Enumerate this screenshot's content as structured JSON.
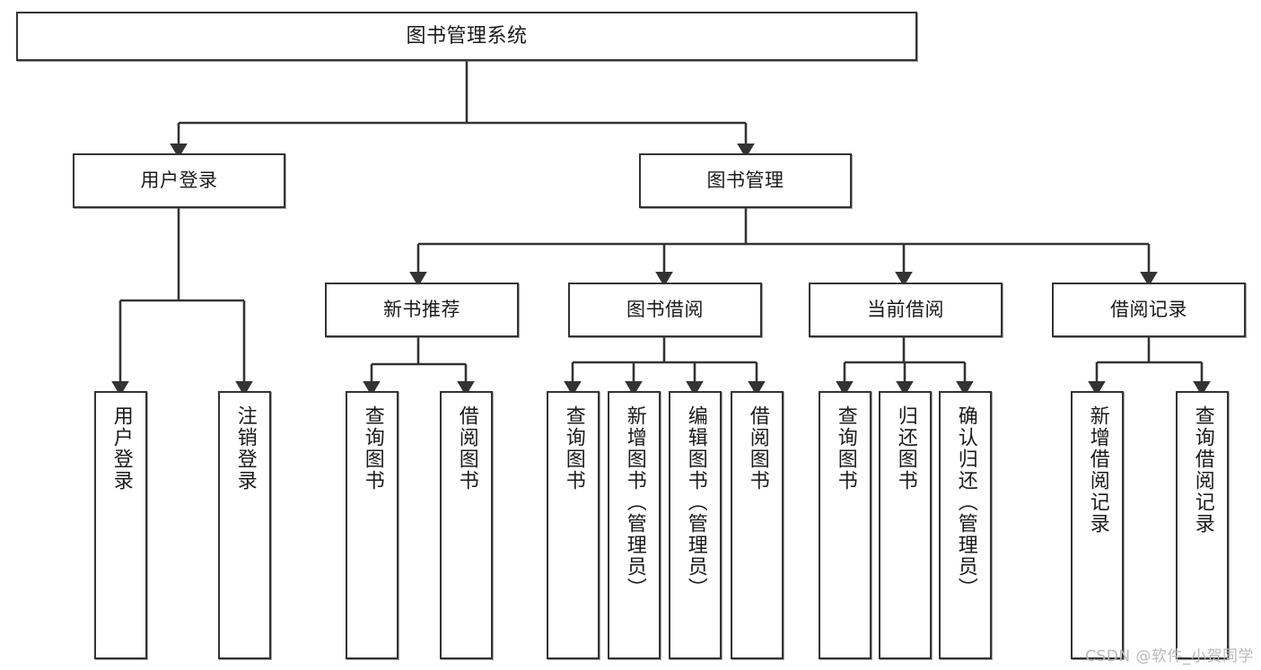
{
  "diagram": {
    "title": "图书管理系统",
    "type": "tree-hierarchy-diagram",
    "watermark": "CSDN @软件_小贺同学",
    "colors": {
      "node_border": "#333333",
      "node_fill": "#ffffff",
      "edge": "#333333",
      "text": "#1a1a1a",
      "watermark": "#b9b9b9",
      "background": "#ffffff"
    },
    "levels": {
      "root": [
        "图书管理系统"
      ],
      "level1": [
        "用户登录",
        "图书管理"
      ],
      "level2": [
        "新书推荐",
        "图书借阅",
        "当前借阅",
        "借阅记录"
      ]
    },
    "nodes": {
      "root": "图书管理系统",
      "user_login": "用户登录",
      "book_manage": "图书管理",
      "new_book_rec": "新书推荐",
      "book_borrow": "图书借阅",
      "current_borrow": "当前借阅",
      "borrow_record": "借阅记录",
      "leaf_user_login": "用户登录",
      "leaf_logout": "注销登录",
      "leaf_query_book_1": "查询图书",
      "leaf_borrow_book_1": "借阅图书",
      "leaf_query_book_2": "查询图书",
      "leaf_add_book": "新增图书（管理员）",
      "leaf_edit_book": "编辑图书（管理员）",
      "leaf_borrow_book_2": "借阅图书",
      "leaf_query_book_3": "查询图书",
      "leaf_return_book": "归还图书",
      "leaf_confirm_return": "确认归还（管理员）",
      "leaf_add_record": "新增借阅记录",
      "leaf_query_record": "查询借阅记录"
    },
    "tree": [
      {
        "label": "图书管理系统",
        "children": [
          {
            "label": "用户登录",
            "children": [
              {
                "label": "用户登录"
              },
              {
                "label": "注销登录"
              }
            ]
          },
          {
            "label": "图书管理",
            "children": [
              {
                "label": "新书推荐",
                "children": [
                  {
                    "label": "查询图书"
                  },
                  {
                    "label": "借阅图书"
                  }
                ]
              },
              {
                "label": "图书借阅",
                "children": [
                  {
                    "label": "查询图书"
                  },
                  {
                    "label": "新增图书（管理员）"
                  },
                  {
                    "label": "编辑图书（管理员）"
                  },
                  {
                    "label": "借阅图书"
                  }
                ]
              },
              {
                "label": "当前借阅",
                "children": [
                  {
                    "label": "查询图书"
                  },
                  {
                    "label": "归还图书"
                  },
                  {
                    "label": "确认归还（管理员）"
                  }
                ]
              },
              {
                "label": "借阅记录",
                "children": [
                  {
                    "label": "新增借阅记录"
                  },
                  {
                    "label": "查询借阅记录"
                  }
                ]
              }
            ]
          }
        ]
      }
    ]
  }
}
